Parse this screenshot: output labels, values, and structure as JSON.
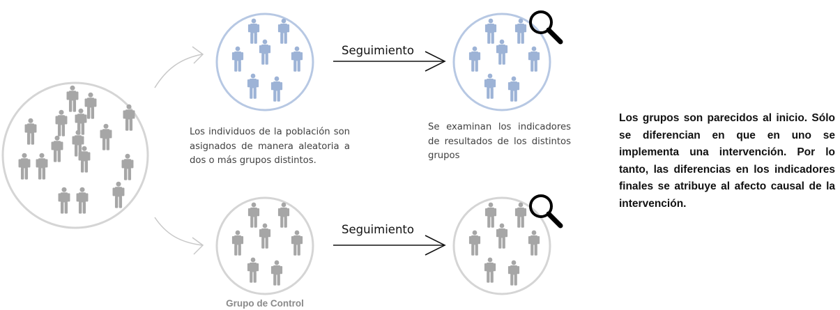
{
  "colors": {
    "population": "#a6a6a6",
    "population_circle": "#d5d5d5",
    "treatment": "#9db3d6",
    "treatment_circle": "#b7c8e3",
    "control": "#a6a6a6",
    "control_circle": "#d5d5d5",
    "arrow": "#111111",
    "curve": "#c8c8c8",
    "magnifier": "#000000"
  },
  "arrows": [
    {
      "label": "Seguimiento"
    },
    {
      "label": "Seguimiento"
    }
  ],
  "captions": {
    "assignment": "Los individuos de la población son asignados de manera aleatoria a dos o más grupos distintos.",
    "examination": "Se examinan los indicadores de resultados de los distintos grupos"
  },
  "control_group_label": "Grupo de Control",
  "side_note": "Los grupos son parecidos al inicio. Sólo se diferencian en que en uno se implementa una intervención. Por lo tanto, las diferencias en los indicadores finales se atribuye al afecto causal de la intervención.",
  "icons": {
    "person": "person-icon",
    "magnifier": "magnifier-icon"
  }
}
